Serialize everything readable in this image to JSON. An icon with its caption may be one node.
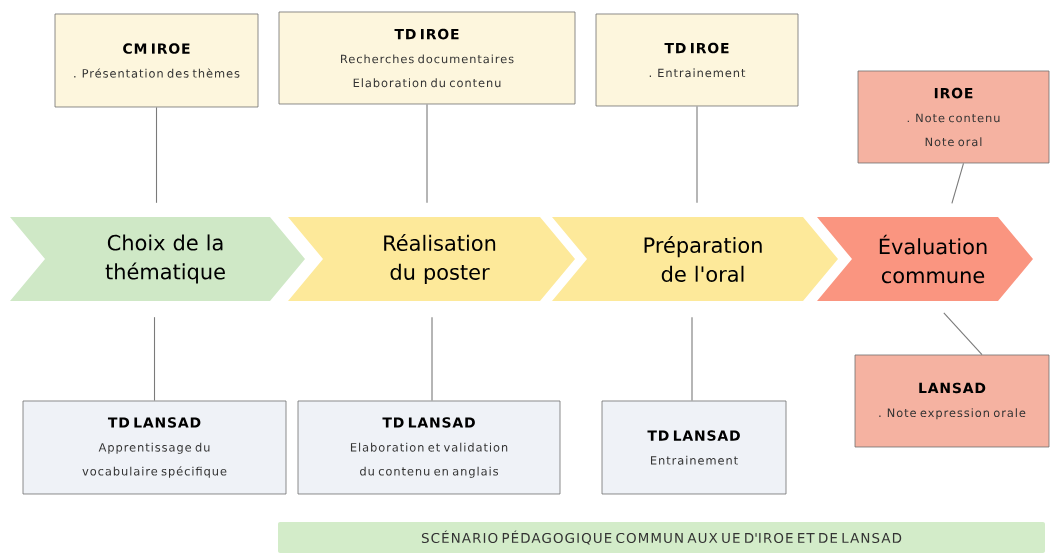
{
  "diagram": {
    "nodes": [
      {
        "text": [
          "Choix de la thématique"
        ]
      },
      {
        "text": [
          "Réalisation du poster"
        ]
      },
      {
        "text": [
          "Préparation de l'oral"
        ]
      },
      {
        "text": [
          "Évaluation commune"
        ]
      },
      {
        "text": [
          "CM IROE",
          ". Présentation des thèmes"
        ]
      },
      {
        "text": [
          "TD IROE",
          "Recherches documentaires",
          "Elaboration du contenu"
        ]
      },
      {
        "text": [
          "TD IROE",
          ". Entrainement"
        ]
      },
      {
        "text": [
          "IROE",
          ". Note contenu",
          "Note oral"
        ]
      },
      {
        "text": [
          "TD LANSAD",
          "Apprentissage du vocabulaire spécifique"
        ]
      },
      {
        "text": [
          "TD LANSAD",
          "Elaboration et validation du contenu en anglais"
        ]
      },
      {
        "text": [
          "TD LANSAD",
          "Entrainement"
        ]
      },
      {
        "text": [
          "LANSAD",
          ". Note expression orale"
        ]
      },
      {
        "text": [
          "SCÉNARIO PÉDAGOGIQUE COMMUN AUX UE D'IROE ET DE LANSAD"
        ]
      }
    ],
    "edges": [
      {
        "from": 4,
        "to": 0,
        "arrow": "none"
      },
      {
        "from": 5,
        "to": 1,
        "arrow": "none"
      },
      {
        "from": 6,
        "to": 2,
        "arrow": "none"
      },
      {
        "from": 7,
        "to": 3,
        "arrow": "none"
      },
      {
        "from": 0,
        "to": 8,
        "arrow": "none"
      },
      {
        "from": 1,
        "to": 9,
        "arrow": "none"
      },
      {
        "from": 2,
        "to": 10,
        "arrow": "none"
      },
      {
        "from": 3,
        "to": 11,
        "arrow": "none"
      }
    ]
  }
}
